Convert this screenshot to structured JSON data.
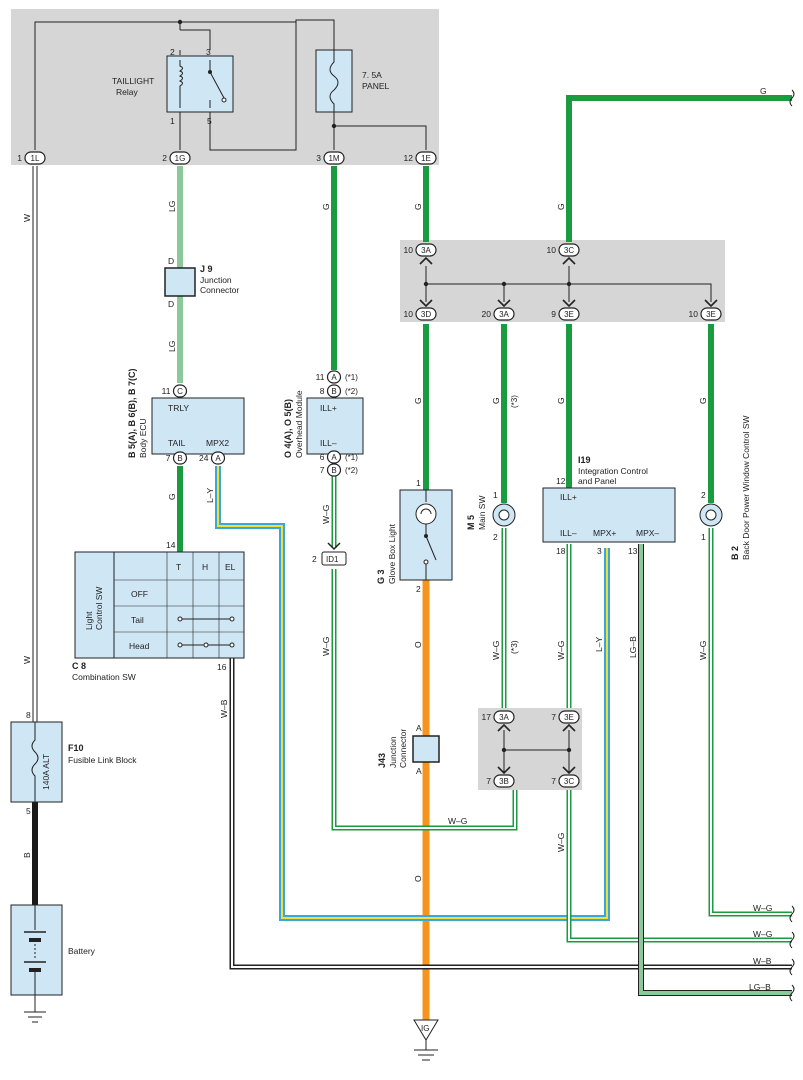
{
  "colors": {
    "panel_bg": "#d6d6d6",
    "component_fill": "#cfe6f5",
    "green": "#1a9b3f",
    "light_green": "#8cc99a",
    "orange": "#f7941d",
    "black": "#1a1a1a",
    "yellow": "#f2e03a",
    "blue": "#3aa7dc"
  },
  "top_panel": {
    "relay_label": "TAILLIGHT\nRelay",
    "relay_pins": [
      "2",
      "3",
      "1",
      "5"
    ],
    "fuse_label": "7. 5A\nPANEL",
    "connectors": [
      {
        "pin": "1",
        "code": "1L"
      },
      {
        "pin": "2",
        "code": "1G"
      },
      {
        "pin": "3",
        "code": "1M"
      },
      {
        "pin": "12",
        "code": "1E"
      }
    ]
  },
  "wires": {
    "w": "W",
    "lg": "LG",
    "g": "G",
    "b": "B",
    "o": "O",
    "ly": "L–Y",
    "wg": "W–G",
    "wb": "W–B",
    "lgb": "LG–B",
    "star3": "(*3)"
  },
  "j9": {
    "id": "J 9",
    "name": "Junction\nConnector",
    "pin": "D"
  },
  "body_ecu": {
    "label": "B 5(A), B 6(B), B 7(C)\nBody ECU",
    "top": "TRLY",
    "tail": "TAIL",
    "mpx2": "MPX2",
    "pins": [
      {
        "num": "11",
        "code": "C"
      },
      {
        "num": "7",
        "code": "B"
      },
      {
        "num": "24",
        "code": "A"
      }
    ]
  },
  "overhead": {
    "label": "O 4(A), O 5(B)\nOverhead Module",
    "ill_plus": "ILL+",
    "ill_minus": "ILL–",
    "pins": [
      {
        "num": "11",
        "code": "A",
        "note": "(*1)"
      },
      {
        "num": "8",
        "code": "B",
        "note": "(*2)"
      },
      {
        "num": "6",
        "code": "A",
        "note": "(*1)"
      },
      {
        "num": "7",
        "code": "B",
        "note": "(*2)"
      }
    ]
  },
  "id1": {
    "pin": "2",
    "code": "ID1"
  },
  "junction_block_1": {
    "top_pins": [
      {
        "num": "10",
        "code": "3A"
      },
      {
        "num": "10",
        "code": "3C"
      }
    ],
    "bottom_pins": [
      {
        "num": "10",
        "code": "3D"
      },
      {
        "num": "20",
        "code": "3A"
      },
      {
        "num": "9",
        "code": "3E"
      },
      {
        "num": "10",
        "code": "3E"
      }
    ]
  },
  "glove_box": {
    "id": "G 3",
    "name": "Glove Box Light",
    "pins": [
      "1",
      "2"
    ]
  },
  "main_sw": {
    "id": "M 5",
    "name": "Main SW",
    "pins": [
      "1",
      "2"
    ]
  },
  "integration": {
    "id": "I19",
    "name": "Integration Control\nand Panel",
    "ill_plus": "ILL+",
    "ill_minus": "ILL–",
    "mpx_plus": "MPX+",
    "mpx_minus": "MPX–",
    "pins": [
      "12",
      "18",
      "3",
      "13"
    ]
  },
  "back_door": {
    "id": "B 2",
    "name": "Back Door Power Window Control SW",
    "pins": [
      "2",
      "1"
    ]
  },
  "combo_sw": {
    "id": "C 8",
    "name": "Combination SW",
    "side_label": "Light\nControl SW",
    "cols": [
      "T",
      "H",
      "EL"
    ],
    "rows": [
      "OFF",
      "Tail",
      "Head"
    ],
    "pins": [
      "14",
      "16"
    ]
  },
  "j43": {
    "id": "J43",
    "name": "Junction\nConnector",
    "pin": "A"
  },
  "junction_block_2": {
    "top_pins": [
      {
        "num": "17",
        "code": "3A"
      },
      {
        "num": "7",
        "code": "3E"
      }
    ],
    "bottom_pins": [
      {
        "num": "7",
        "code": "3B"
      },
      {
        "num": "7",
        "code": "3C"
      }
    ]
  },
  "fusible": {
    "id": "F10",
    "name": "Fusible Link Block",
    "rating": "140A ALT",
    "pins": [
      "8",
      "5"
    ]
  },
  "battery": {
    "name": "Battery"
  },
  "ig": {
    "label": "IG"
  },
  "right_edge": [
    "G",
    "W–G",
    "W–G",
    "W–B",
    "LG–B"
  ]
}
